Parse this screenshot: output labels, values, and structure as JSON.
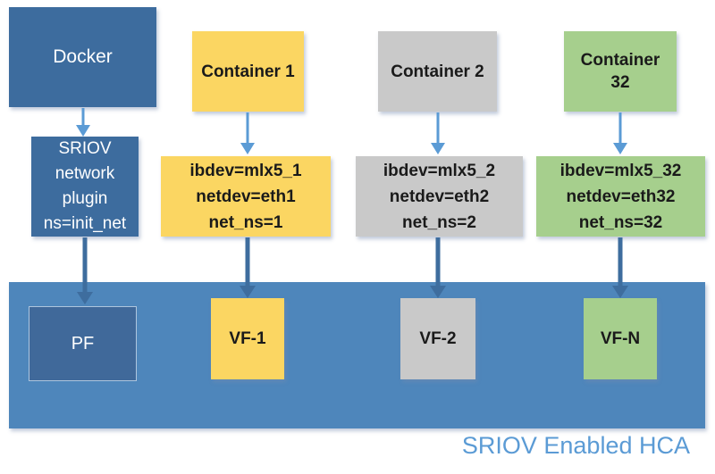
{
  "diagram": {
    "docker": {
      "label": "Docker"
    },
    "plugin": {
      "label": "SRIOV\nnetwork\nplugin\nns=init_net"
    },
    "containers": [
      {
        "name": "Container 1",
        "config": "ibdev=mlx5_1\nnetdev=eth1\nnet_ns=1",
        "vf": "VF-1",
        "color": "#FBD662"
      },
      {
        "name": "Container 2",
        "config": "ibdev=mlx5_2\nnetdev=eth2\nnet_ns=2",
        "vf": "VF-2",
        "color": "#C9C9C9"
      },
      {
        "name": "Container\n32",
        "config": "ibdev=mlx5_32\nnetdev=eth32\nnet_ns=32",
        "vf": "VF-N",
        "color": "#A6CF8D"
      }
    ],
    "pf": {
      "label": "PF"
    },
    "hca": {
      "label": "SRIOV Enabled HCA"
    }
  },
  "colors": {
    "dark_blue_box": "#3D6C9E",
    "hca_box": "#4E86BB",
    "pf_box": "#40699A",
    "pf_border": "#AEC6DE",
    "yellow": "#FBD662",
    "gray": "#C9C9C9",
    "green": "#A6CF8D",
    "arrow_light": "#5B9BD5",
    "arrow_dark": "#3E6D9E",
    "hca_label_text": "#5B9BD5"
  }
}
